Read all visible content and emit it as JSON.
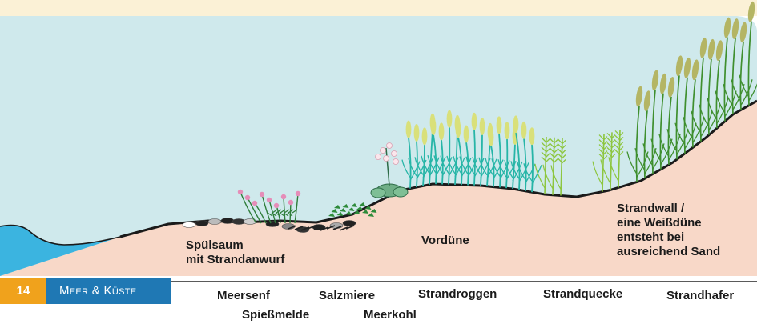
{
  "page": {
    "number": "14",
    "section": "Meer & Küste"
  },
  "zones": {
    "spuelsaum": [
      "Spülsaum",
      "mit Strandanwurf"
    ],
    "vorduene": "Vordüne",
    "strandwall": [
      "Strandwall /",
      "eine Weißdüne",
      "entsteht bei",
      "ausreichend Sand"
    ]
  },
  "plants": [
    "Meersenf",
    "Salzmiere",
    "Strandroggen",
    "Strandquecke",
    "Strandhafer",
    "Spießmelde",
    "Meerkohl"
  ],
  "colors": {
    "sky": "#cfe9ec",
    "sand": "#f8d8c8",
    "sea": "#3bb4e0",
    "dune_line": "#1a1a1a",
    "lyme_grass": "#26b5a7",
    "marram": "#7ab23c",
    "couch": "#8dc63f",
    "badge_orange": "#f0a21c",
    "badge_blue": "#1f78b4"
  }
}
